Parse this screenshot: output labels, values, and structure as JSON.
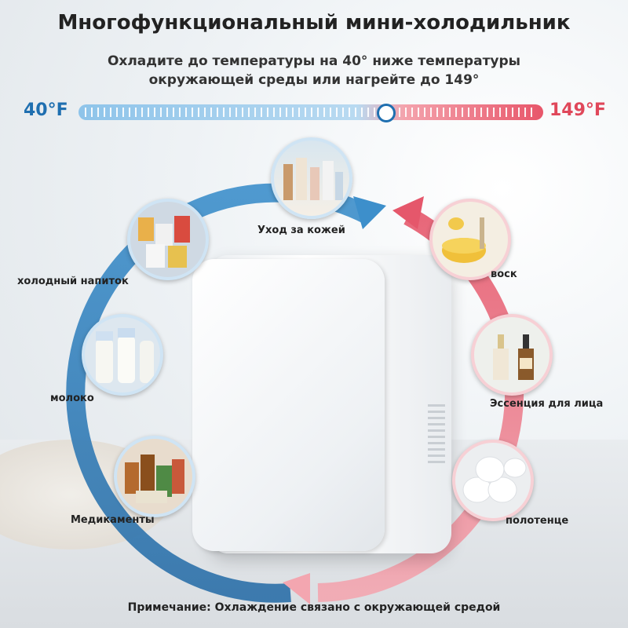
{
  "header": {
    "title": "Многофункциональный мини-холодильник",
    "subtitle_line1": "Охладите до температуры на 40° ниже температуры",
    "subtitle_line2": "окружающей среды или нагрейте до 149°"
  },
  "temperature_scale": {
    "min_label": "40°F",
    "max_label": "149°F",
    "cold_color": "#1f6fb0",
    "hot_color": "#e0475a"
  },
  "uses": {
    "skincare": "Уход за кожей",
    "cold_drink": "холодный напиток",
    "milk": "молоко",
    "medicine": "Медикаменты",
    "wax": "воск",
    "essence": "Эссенция для лица",
    "towel": "полотенце"
  },
  "footer": {
    "note": "Примечание: Охлаждение связано с окружающей средой"
  }
}
